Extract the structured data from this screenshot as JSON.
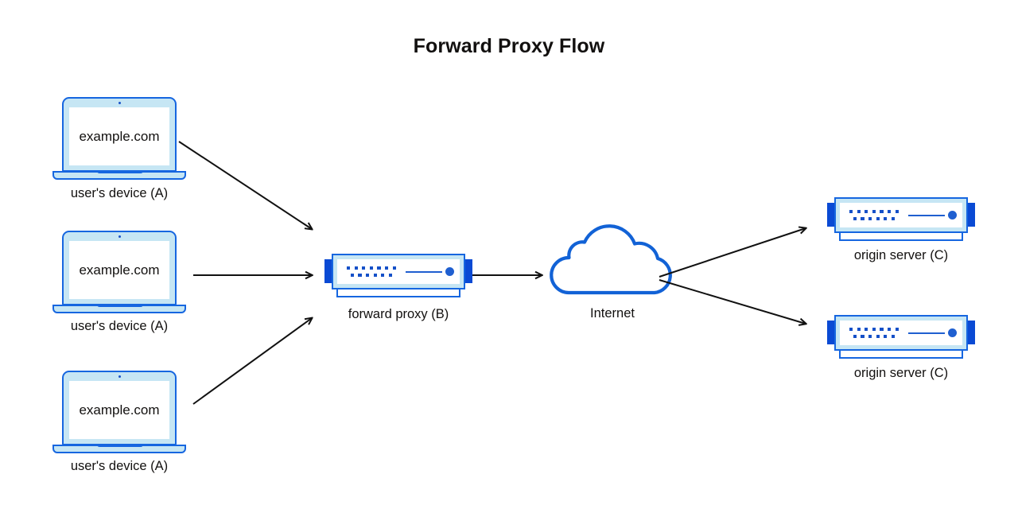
{
  "title": "Forward Proxy Flow",
  "colors": {
    "accent_blue": "#1666e0",
    "deep_blue": "#0a4ad4",
    "light_blue": "#c6e6f4",
    "dot_blue": "#1550c8",
    "arrow_black": "#111111",
    "text": "#12100f",
    "background": "#ffffff"
  },
  "nodes": {
    "client_top": {
      "type": "laptop",
      "screen_text": "example.com",
      "caption": "user's device (A)"
    },
    "client_mid": {
      "type": "laptop",
      "screen_text": "example.com",
      "caption": "user's device (A)"
    },
    "client_bottom": {
      "type": "laptop",
      "screen_text": "example.com",
      "caption": "user's device (A)"
    },
    "proxy": {
      "type": "server",
      "caption": "forward proxy (B)"
    },
    "internet": {
      "type": "cloud",
      "caption": "Internet"
    },
    "origin_top": {
      "type": "server",
      "caption": "origin server (C)"
    },
    "origin_bottom": {
      "type": "server",
      "caption": "origin server (C)"
    }
  },
  "edges": [
    {
      "name": "client-top-to-proxy",
      "from": "client_top",
      "to": "proxy",
      "style": "arrow"
    },
    {
      "name": "client-mid-to-proxy",
      "from": "client_mid",
      "to": "proxy",
      "style": "arrow"
    },
    {
      "name": "client-bottom-to-proxy",
      "from": "client_bottom",
      "to": "proxy",
      "style": "arrow"
    },
    {
      "name": "proxy-to-internet",
      "from": "proxy",
      "to": "internet",
      "style": "arrow"
    },
    {
      "name": "internet-to-origin-top",
      "from": "internet",
      "to": "origin_top",
      "style": "arrow"
    },
    {
      "name": "internet-to-origin-bottom",
      "from": "internet",
      "to": "origin_bottom",
      "style": "arrow"
    }
  ]
}
